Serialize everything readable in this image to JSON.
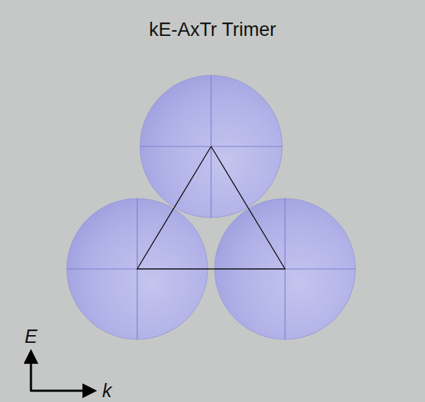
{
  "diagram": {
    "title": "kE-AxTr Trimer",
    "labels": [
      "E",
      "k"
    ]
  }
}
